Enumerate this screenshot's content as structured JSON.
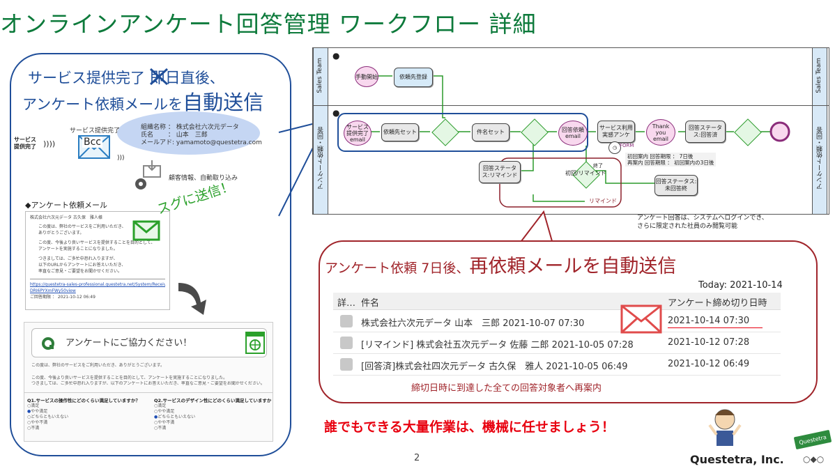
{
  "title": "オンラインアンケート回答管理 ワークフロー 詳細",
  "left": {
    "headline_1a": "サービス提供完了 ",
    "headline_1_crossed": "即日",
    "headline_1b": "直後、",
    "headline_2a": "アンケート依頼メールを",
    "headline_2b": "自動送信",
    "service_done_label": "サービス提供完了",
    "service_mail_label": "サービス提供完了メール",
    "bcc": "Bcc",
    "cloud_lines": [
      "組織名称 ： 株式会社六次元データ",
      "氏名　　 ： 山本　三郎",
      "メールアド: yamamoto@questetra.com"
    ],
    "auto_import": "顧客情報、自動取り込み",
    "mail_heading": "◆アンケート依頼メール",
    "sugu": "スグに送信！",
    "mail_lines": [
      "株式会社六次元データ 古久保　雅人様",
      "この度は、弊社のサービスをご利用いただき、",
      "ありがとうございます。",
      "この度、今後より良いサービスを提供することを目的として、",
      "アンケートを実施することになりました。",
      "つきましては、ご多忙中恐れ入りますが、",
      "以下のURLからアンケートにお答えいただき、",
      "率直なご意見・ご要望をお聞かせください。"
    ],
    "mail_link": "https://questetra-sales-professional.questetra.net/System/ReceiveTask/Form/",
    "mail_link2": "DRI6PYXmFWy50view",
    "mail_deadline": "ご回答期限 ： 2021-10-12 06:49",
    "form_title": "アンケートにご協力ください！",
    "form_lines": [
      "この度は、弊社のサービスをご利用いただき、ありがとうございます。",
      "この度、今後より良いサービスを提供することを目的として、アンケートを実施することになりました。",
      "つきましては、ご多忙中恐れ入りますが、以下のアンケートにお答えいただき、率直なご意見・ご要望をお聞かせください。"
    ],
    "q1": "Q1.サービスの操作性にどのくらい満足していますか？",
    "q2": "Q2.サービスのデザイン性にどのくらい満足していますか？",
    "q1_options": [
      "満足",
      "やや満足",
      "どちらともいえない",
      "やや不満",
      "不満"
    ],
    "q2_options": [
      "満足",
      "やや満足",
      "どちらともいえない",
      "やや不満",
      "不満"
    ],
    "q1_selected": 1,
    "q2_selected": 2
  },
  "workflow": {
    "lane1": "Sales Team",
    "lane2": "アンケート依頼・回答",
    "start": "手動開始",
    "register": "依頼先登録",
    "service_done": "サービス提供完了\nemail",
    "set_target": "依頼先セット",
    "set_subject": "件名セット",
    "answer_req": "回答依頼\nemail",
    "service_survey": "サービス利用実感アンケ",
    "form_tag": "FORM",
    "thank_you": "Thank you\nemail",
    "status_done": "回答ステータス:回答済",
    "status_remind": "回答ステータス:リマインド",
    "first_remind": "初回/リマインド",
    "end_label": "終了",
    "status_pending": "回答ステータス:未回答終",
    "remind_label": "リマインド",
    "timer_lines": [
      "初回案内  回答期限 ： 7日後",
      "再案内    回答期限 ： 初回案内の3日後"
    ],
    "note_lines": [
      "アンケート回答は、システムへログインでき、",
      "さらに限定された社員のみ閲覧可能"
    ]
  },
  "right": {
    "heading_a": "アンケート依頼 7日後、",
    "heading_b": "再依頼メールを自動送信",
    "today": "Today: 2021-10-14",
    "col_detail": "詳…",
    "col_subject": "件名",
    "col_deadline": "アンケート締め切り日時",
    "rows": [
      {
        "subject": "株式会社六次元データ 山本　三郎 2021-10-07 07:30",
        "deadline": "2021-10-14 07:30"
      },
      {
        "subject": "[リマインド] 株式会社五次元データ 佐藤 二郎 2021-10-05 07:28",
        "deadline": "2021-10-12 07:28"
      },
      {
        "subject": "[回答済]株式会社四次元データ 古久保　雅人 2021-10-05 06:49",
        "deadline": "2021-10-12 06:49"
      }
    ],
    "footer": "締切日時に到達した全ての回答対象者へ再案内"
  },
  "slogan": "誰でもできる大量作業は、機械に任せましょう！",
  "page_number": "2",
  "brand": "Questetra, Inc.",
  "badge": "Questetra",
  "colors": {
    "title_green": "#0d7a3b",
    "blue": "#1f4e99",
    "dark_red": "#a0242a",
    "red": "#e8000f"
  }
}
